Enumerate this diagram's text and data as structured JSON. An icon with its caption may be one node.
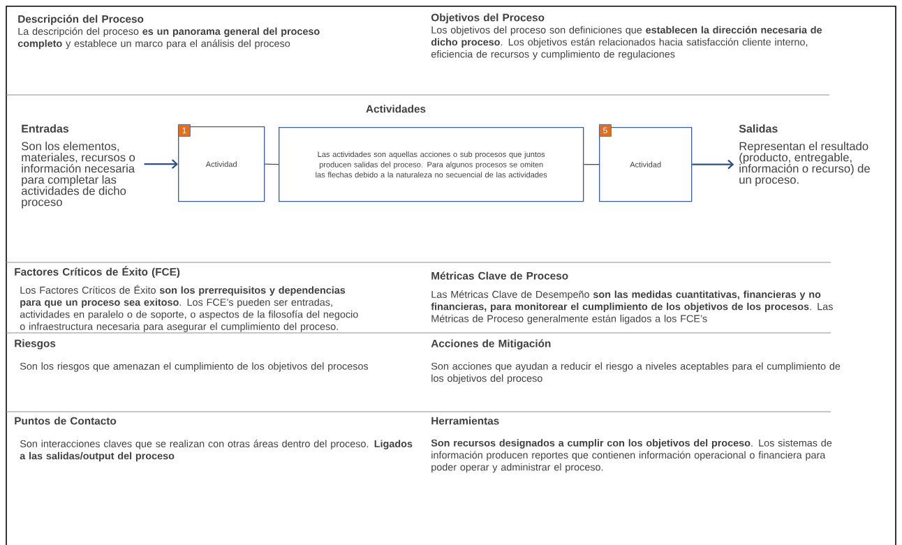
{
  "diagram": {
    "nodes": [
      {
        "text": [
          "Entradas",
          "Son los elementos, materiales, recursos o información necesaria para completar las actividades de dicho proceso"
        ]
      },
      {
        "text": [
          "Actividad"
        ]
      },
      {
        "text": [
          "1"
        ]
      },
      {
        "text": [
          "Las actividades son aquellas acciones o sub procesos que juntos producen salidas del proceso. Para algunos procesos se omiten las flechas debido a la naturaleza no secuencial de las actividades"
        ]
      },
      {
        "text": [
          "Actividad"
        ]
      },
      {
        "text": [
          "5"
        ]
      },
      {
        "text": [
          "Salidas",
          "Representan el resultado (producto, entregable, información o recurso) de un proceso."
        ]
      }
    ],
    "edges": [
      {
        "from": 0,
        "to": 1,
        "arrow": "to"
      },
      {
        "from": 1,
        "to": 3,
        "arrow": "none"
      },
      {
        "from": 3,
        "to": 4,
        "arrow": "none"
      },
      {
        "from": 4,
        "to": 6,
        "arrow": "to"
      }
    ],
    "labels": [
      "Descripción del Proceso",
      "La descripción del proceso **es un panorama general del proceso completo** y establece un marco para el análisis del proceso",
      "Objetivos del Proceso",
      "Los objetivos del proceso son definiciones que **establecen la dirección necesaria de dicho proceso**. Los objetivos están relacionados hacia satisfacción cliente interno, eficiencia de recursos y cumplimiento de regulaciones",
      "Actividades",
      "Factores Críticos de Éxito (FCE)",
      "Los Factores Críticos de Éxito **son los prerrequisitos y dependencias para que un proceso sea exitoso**. Los FCE’s pueden ser entradas, actividades en paralelo o de soporte, o aspectos de la filosofía del negocio o infraestructura necesaria para asegurar el cumplimiento del proceso.",
      "Métricas Clave de Proceso",
      "Las Métricas Clave de Desempeño **son las medidas cuantitativas, financieras y no financieras, para monitorear el cumplimiento de los objetivos de los procesos**. Las Métricas de Proceso generalmente están ligados a los FCE’s",
      "Riesgos",
      "Son los riesgos que amenazan el cumplimiento de los objetivos del procesos",
      "Acciones de Mitigación",
      "Son acciones que ayudan a reducir el riesgo a niveles aceptables para el cumplimiento de los objetivos del proceso",
      "Puntos de Contacto",
      "Son interacciones claves que se realizan con otras áreas dentro del proceso. **Ligados a las salidas/output del proceso**",
      "Herramientas",
      "**Son recursos designados a cumplir con los objetivos del proceso**. Los sistemas de información producen reportes que contienen información operacional o financiera para poder operar y administrar el proceso."
    ]
  }
}
